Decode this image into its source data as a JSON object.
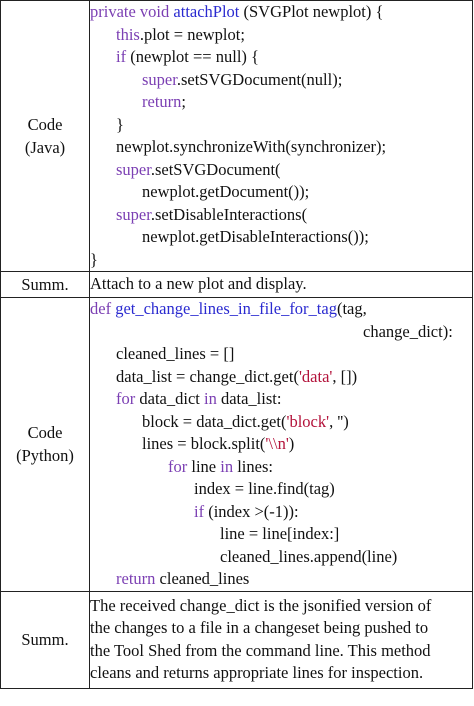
{
  "java": {
    "label_line1": "Code",
    "label_line2": "(Java)",
    "lines": [
      {
        "indent": 0,
        "tokens": [
          {
            "t": "private void ",
            "c": "kw"
          },
          {
            "t": "attachPlot",
            "c": "fn"
          },
          {
            "t": " (SVGPlot newplot) {",
            "c": ""
          }
        ]
      },
      {
        "indent": 1,
        "tokens": [
          {
            "t": "this",
            "c": "kw"
          },
          {
            "t": ".plot = newplot;",
            "c": ""
          }
        ]
      },
      {
        "indent": 1,
        "tokens": [
          {
            "t": "if",
            "c": "kw"
          },
          {
            "t": " (newplot == null) {",
            "c": ""
          }
        ]
      },
      {
        "indent": 2,
        "tokens": [
          {
            "t": "super",
            "c": "kw"
          },
          {
            "t": ".setSVGDocument(null);",
            "c": ""
          }
        ]
      },
      {
        "indent": 2,
        "tokens": [
          {
            "t": "return",
            "c": "kw"
          },
          {
            "t": ";",
            "c": ""
          }
        ]
      },
      {
        "indent": 1,
        "tokens": [
          {
            "t": "}",
            "c": ""
          }
        ]
      },
      {
        "indent": 1,
        "tokens": [
          {
            "t": "newplot.synchronizeWith(synchronizer);",
            "c": ""
          }
        ]
      },
      {
        "indent": 1,
        "tokens": [
          {
            "t": "super",
            "c": "kw"
          },
          {
            "t": ".setSVGDocument(",
            "c": ""
          }
        ]
      },
      {
        "indent": 2,
        "tokens": [
          {
            "t": "newplot.getDocument());",
            "c": ""
          }
        ]
      },
      {
        "indent": 1,
        "tokens": [
          {
            "t": "super",
            "c": "kw"
          },
          {
            "t": ".setDisableInteractions(",
            "c": ""
          }
        ]
      },
      {
        "indent": 2,
        "tokens": [
          {
            "t": "newplot.getDisableInteractions());",
            "c": ""
          }
        ]
      },
      {
        "indent": 0,
        "tokens": [
          {
            "t": "}",
            "c": ""
          }
        ]
      }
    ],
    "summary_label": "Summ.",
    "summary_lines": [
      "Attach to a new plot and display."
    ]
  },
  "python": {
    "label_line1": "Code",
    "label_line2": "(Python)",
    "lines": [
      {
        "indent": 0,
        "tokens": [
          {
            "t": "def ",
            "c": "kw"
          },
          {
            "t": "get_change_lines_in_file_for_tag",
            "c": "fn"
          },
          {
            "t": "(tag,",
            "c": ""
          }
        ]
      },
      {
        "indent": 10.5,
        "tokens": [
          {
            "t": "change_dict):",
            "c": ""
          }
        ]
      },
      {
        "indent": 1,
        "tokens": [
          {
            "t": "cleaned_lines = []",
            "c": ""
          }
        ]
      },
      {
        "indent": 1,
        "tokens": [
          {
            "t": "data_list = change_dict.get(",
            "c": ""
          },
          {
            "t": "'data'",
            "c": "st"
          },
          {
            "t": ", [])",
            "c": ""
          }
        ]
      },
      {
        "indent": 1,
        "tokens": [
          {
            "t": "for",
            "c": "kw"
          },
          {
            "t": " data_dict ",
            "c": ""
          },
          {
            "t": "in",
            "c": "kw"
          },
          {
            "t": " data_list:",
            "c": ""
          }
        ]
      },
      {
        "indent": 2,
        "tokens": [
          {
            "t": "block = data_dict.get(",
            "c": ""
          },
          {
            "t": "'block'",
            "c": "st"
          },
          {
            "t": ", '')",
            "c": ""
          }
        ]
      },
      {
        "indent": 2,
        "tokens": [
          {
            "t": "lines = block.split(",
            "c": ""
          },
          {
            "t": "'\\\\n'",
            "c": "st"
          },
          {
            "t": ")",
            "c": ""
          }
        ]
      },
      {
        "indent": 3,
        "tokens": [
          {
            "t": "for",
            "c": "kw"
          },
          {
            "t": " line ",
            "c": ""
          },
          {
            "t": "in",
            "c": "kw"
          },
          {
            "t": " lines:",
            "c": ""
          }
        ]
      },
      {
        "indent": 4,
        "tokens": [
          {
            "t": "index = line.find(tag)",
            "c": ""
          }
        ]
      },
      {
        "indent": 4,
        "tokens": [
          {
            "t": "if",
            "c": "kw"
          },
          {
            "t": " (index >(-1)):",
            "c": ""
          }
        ]
      },
      {
        "indent": 5,
        "tokens": [
          {
            "t": "line = line[index:]",
            "c": ""
          }
        ]
      },
      {
        "indent": 5,
        "tokens": [
          {
            "t": "cleaned_lines.append(line)",
            "c": ""
          }
        ]
      },
      {
        "indent": 1,
        "tokens": [
          {
            "t": "return",
            "c": "kw"
          },
          {
            "t": " cleaned_lines",
            "c": ""
          }
        ]
      }
    ],
    "summary_label": "Summ.",
    "summary_lines": [
      "The received change_dict is the jsonified version of",
      "the changes to a file in a changeset being pushed to",
      "the Tool Shed from the command line. This method",
      "cleans and returns appropriate lines for inspection."
    ]
  },
  "colors": {
    "keyword": "#7b3fb3",
    "function": "#2a2ad0",
    "string": "#b3123a"
  }
}
